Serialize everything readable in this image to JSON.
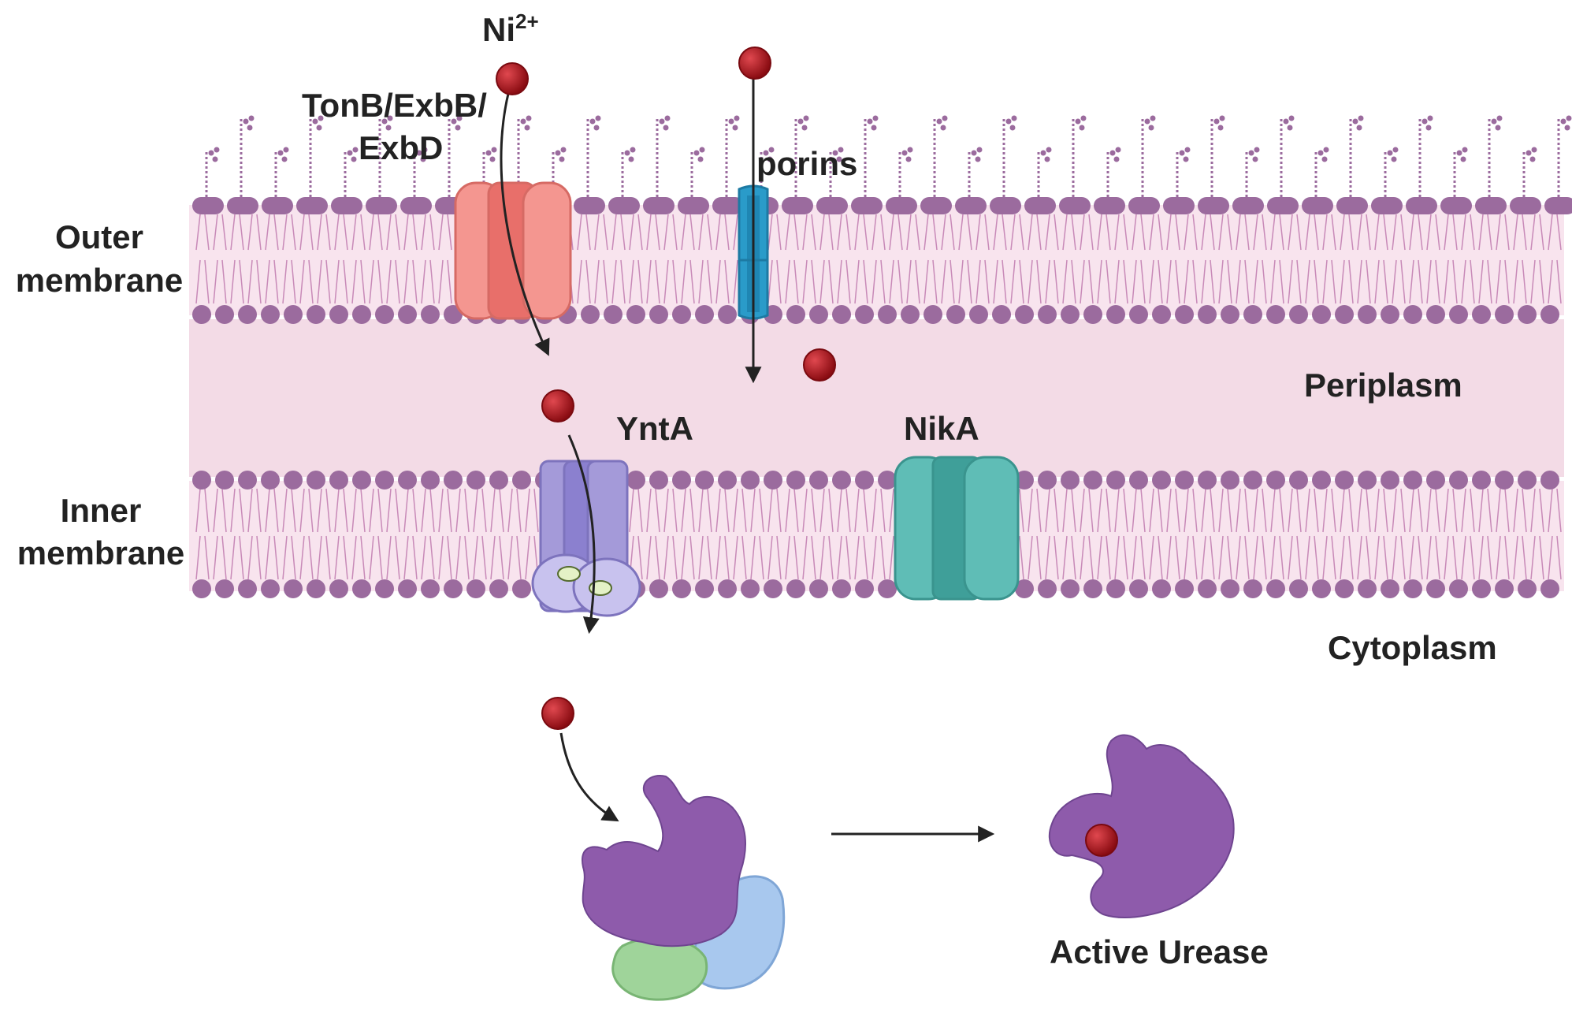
{
  "labels": {
    "ion_base": "Ni",
    "ion_charge": "2+",
    "tonb_line1": "TonB/ExbB/",
    "tonb_line2": "ExbD",
    "porins": "porins",
    "outer_line1": "Outer",
    "outer_line2": "membrane",
    "periplasm": "Periplasm",
    "ynta": "YntA",
    "nika": "NikA",
    "inner_line1": "Inner",
    "inner_line2": "membrane",
    "cytoplasm": "Cytoplasm",
    "active_urease": "Active Urease"
  },
  "colors": {
    "membrane_purple": "#9b6b9e",
    "membrane_fill": "#f8e4ee",
    "periplasm": "#f3dbe6",
    "tonb_channel": "#f28a84",
    "porin": "#2a9bc9",
    "ynta": "#9d92d6",
    "nika": "#52b3ad",
    "nickel_ion": "#b3141c",
    "urease": "#8e5bab",
    "chaperone_green": "#9fd49a",
    "chaperone_blue": "#a8c8ee"
  }
}
